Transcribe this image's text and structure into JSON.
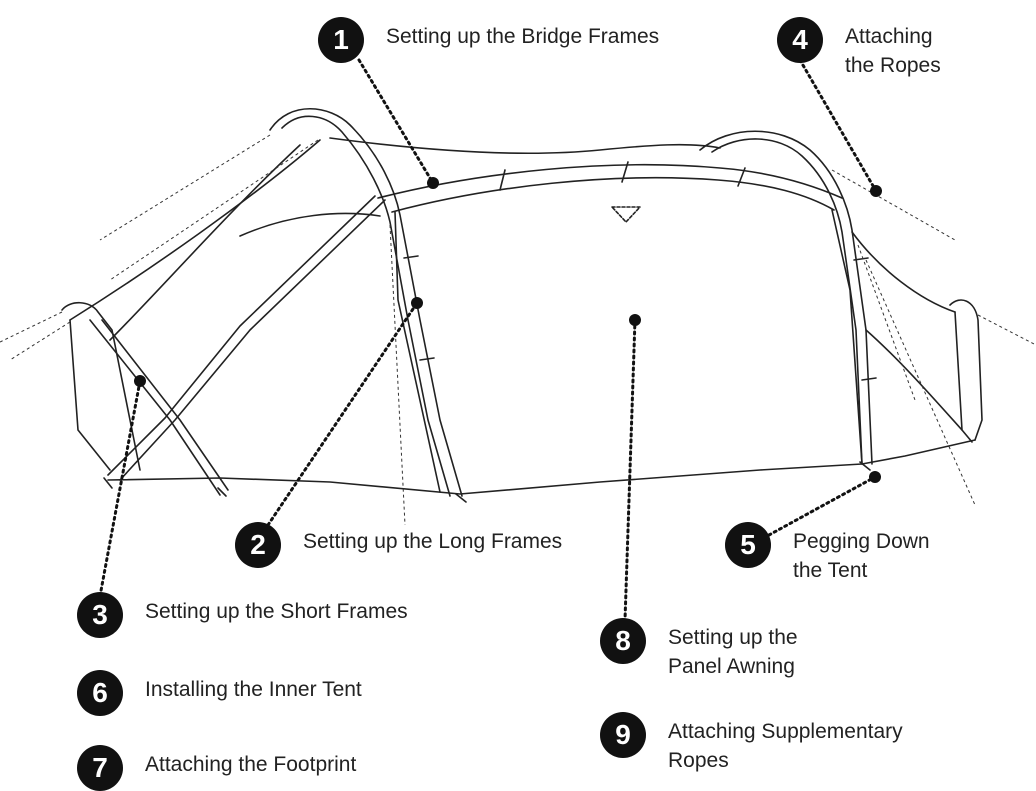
{
  "steps": [
    {
      "number": "1",
      "label": "Setting up the Bridge Frames",
      "lines": [
        "Setting up the Bridge Frames"
      ]
    },
    {
      "number": "2",
      "label": "Setting up the Long Frames",
      "lines": [
        "Setting up the Long Frames"
      ]
    },
    {
      "number": "3",
      "label": "Setting up the Short Frames",
      "lines": [
        "Setting up the Short Frames"
      ]
    },
    {
      "number": "4",
      "label": "Attaching the Ropes",
      "lines": [
        "Attaching",
        "the Ropes"
      ]
    },
    {
      "number": "5",
      "label": "Pegging Down the Tent",
      "lines": [
        "Pegging Down",
        "the Tent"
      ]
    },
    {
      "number": "6",
      "label": "Installing the Inner Tent",
      "lines": [
        "Installing the Inner Tent"
      ]
    },
    {
      "number": "7",
      "label": "Attaching the Footprint",
      "lines": [
        "Attaching the Footprint"
      ]
    },
    {
      "number": "8",
      "label": "Setting up the Panel Awning",
      "lines": [
        "Setting up the",
        "Panel Awning"
      ]
    },
    {
      "number": "9",
      "label": "Attaching Supplementary Ropes",
      "lines": [
        "Attaching Supplementary",
        "Ropes"
      ]
    }
  ],
  "colors": {
    "badge": "#111111",
    "badge_text": "#ffffff",
    "line_art": "#222222",
    "text": "#222222"
  }
}
